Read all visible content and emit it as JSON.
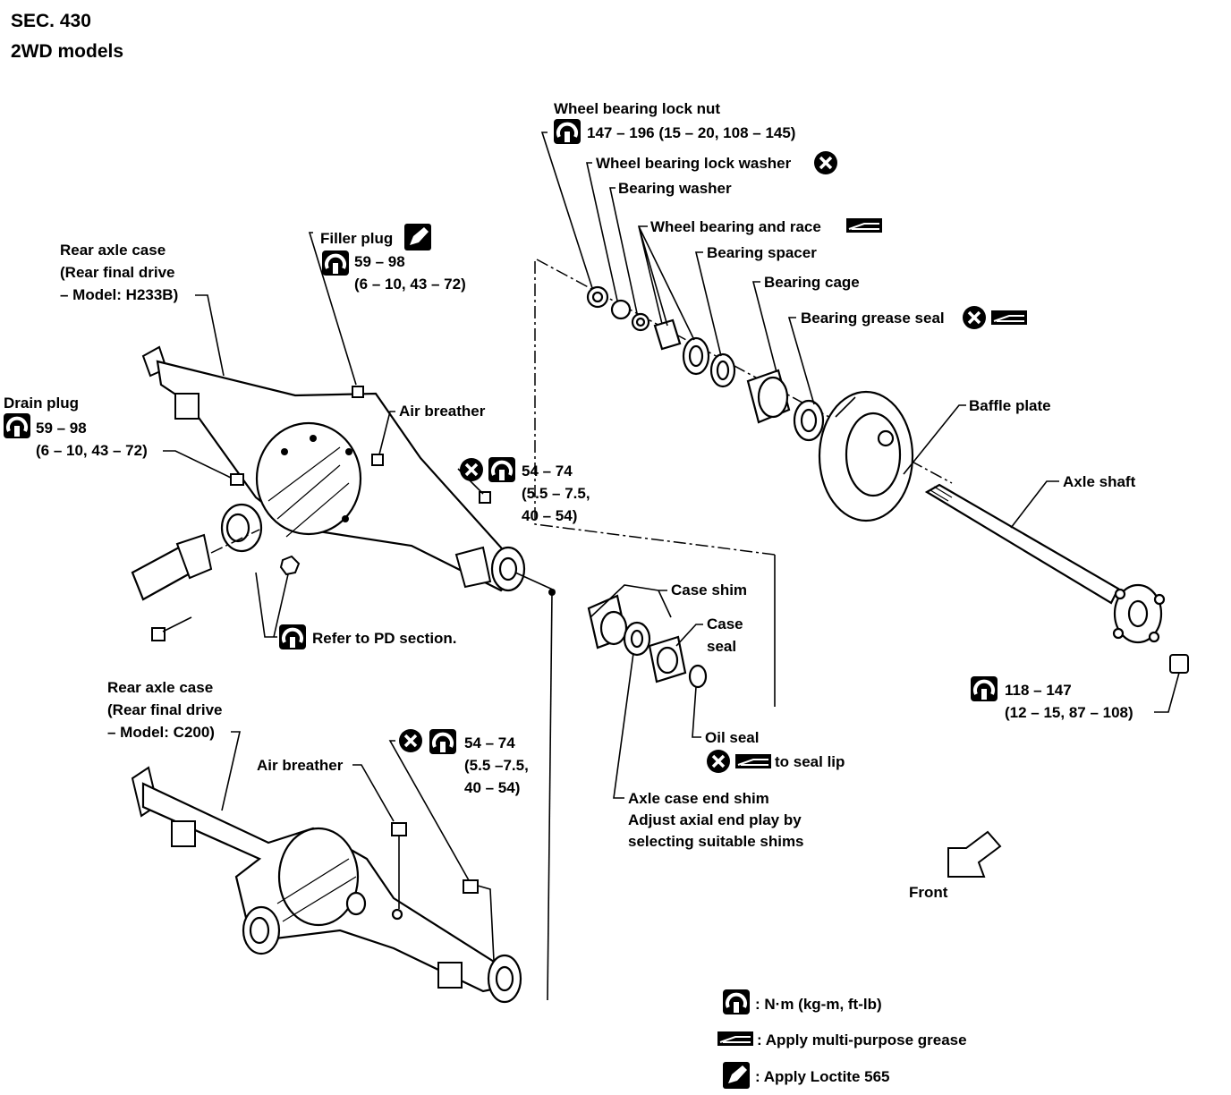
{
  "header": {
    "section": "SEC. 430",
    "models": "2WD models"
  },
  "labels": {
    "rear_axle_case_h233b": [
      "Rear axle case",
      "(Rear final drive",
      "– Model: H233B)"
    ],
    "filler_plug": {
      "name": "Filler plug",
      "torque": [
        "59 – 98",
        "(6 – 10, 43 – 72)"
      ]
    },
    "drain_plug": {
      "name": "Drain plug",
      "torque": [
        "59 – 98",
        "(6 – 10, 43 – 72)"
      ]
    },
    "air_breather_top": "Air breather",
    "nut_torque_top": [
      "54 – 74",
      "(5.5 – 7.5,",
      "40 – 54)"
    ],
    "refer_pd": "Refer to PD section.",
    "wheel_bearing_lock_nut": {
      "name": "Wheel bearing lock nut",
      "torque": "147 – 196 (15 – 20, 108 – 145)"
    },
    "wheel_bearing_lock_washer": "Wheel bearing lock washer",
    "bearing_washer": "Bearing washer",
    "wheel_bearing_and_race": "Wheel bearing and race",
    "bearing_spacer": "Bearing spacer",
    "bearing_cage": "Bearing cage",
    "bearing_grease_seal": "Bearing grease seal",
    "baffle_plate": "Baffle plate",
    "axle_shaft": "Axle shaft",
    "case_shim": "Case shim",
    "case_seal": [
      "Case",
      "seal"
    ],
    "oil_seal": "Oil seal",
    "to_seal_lip": "to seal lip",
    "axle_shaft_torque": [
      "118 – 147",
      "(12 – 15, 87 – 108)"
    ],
    "rear_axle_case_c200": [
      "Rear axle case",
      "(Rear final drive",
      "– Model: C200)"
    ],
    "air_breather_bottom": "Air breather",
    "nut_torque_bottom": [
      "54 – 74",
      "(5.5 –7.5,",
      "40 – 54)"
    ],
    "axle_case_end_shim": [
      "Axle case end shim",
      "Adjust axial end play by",
      "selecting suitable shims"
    ],
    "front": "Front"
  },
  "legend": [
    {
      "icon": "torque-wrench-icon",
      "text": ": N·m (kg-m, ft-lb)"
    },
    {
      "icon": "grease-icon",
      "text": ": Apply multi-purpose grease"
    },
    {
      "icon": "loctite-icon",
      "text": ": Apply Loctite 565"
    }
  ]
}
